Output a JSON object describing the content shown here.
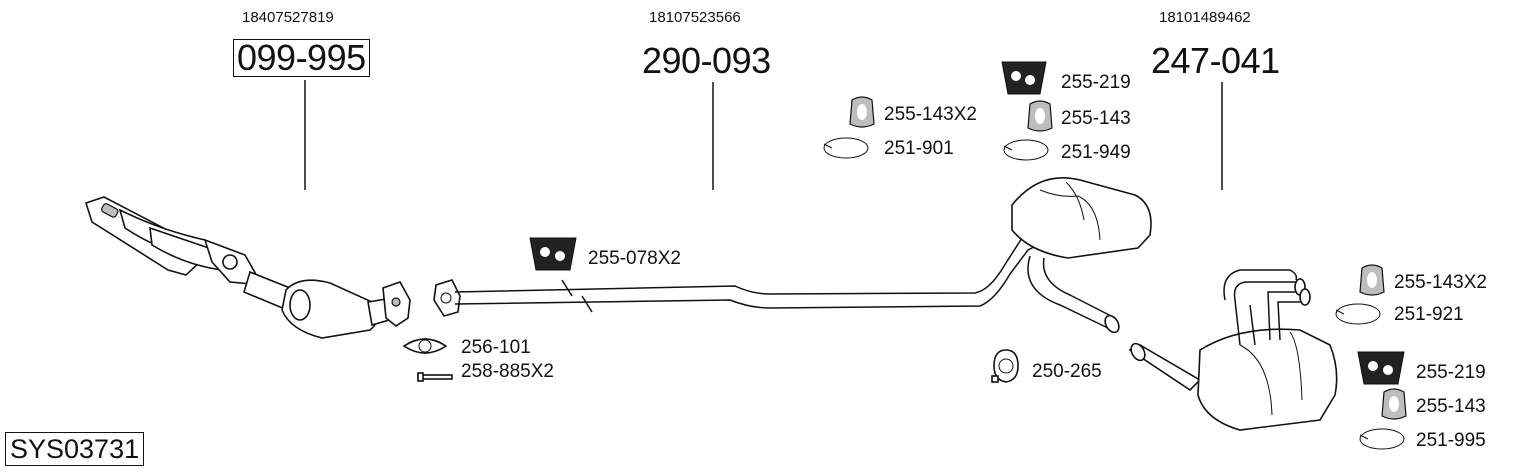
{
  "oe_numbers": [
    "18407527819",
    "18107523566",
    "18101489462"
  ],
  "part_numbers": {
    "front": "099-995",
    "middle": "290-093",
    "rear": "247-041"
  },
  "accessories": {
    "a_255_143x2_top": "255-143X2",
    "a_251_901": "251-901",
    "a_255_219_top": "255-219",
    "a_255_143_top": "255-143",
    "a_251_949": "251-949",
    "a_255_078x2": "255-078X2",
    "a_256_101": "256-101",
    "a_258_885x2": "258-885X2",
    "a_250_265": "250-265",
    "a_255_143x2_right": "255-143X2",
    "a_251_921": "251-921",
    "a_255_219_right": "255-219",
    "a_255_143_right": "255-143",
    "a_251_995": "251-995"
  },
  "system_id": "SYS03731",
  "icons": [
    "rubber-hanger-icon",
    "rubber-ring-icon",
    "o-ring-icon",
    "gasket-icon",
    "bolt-icon",
    "clamp-icon"
  ]
}
